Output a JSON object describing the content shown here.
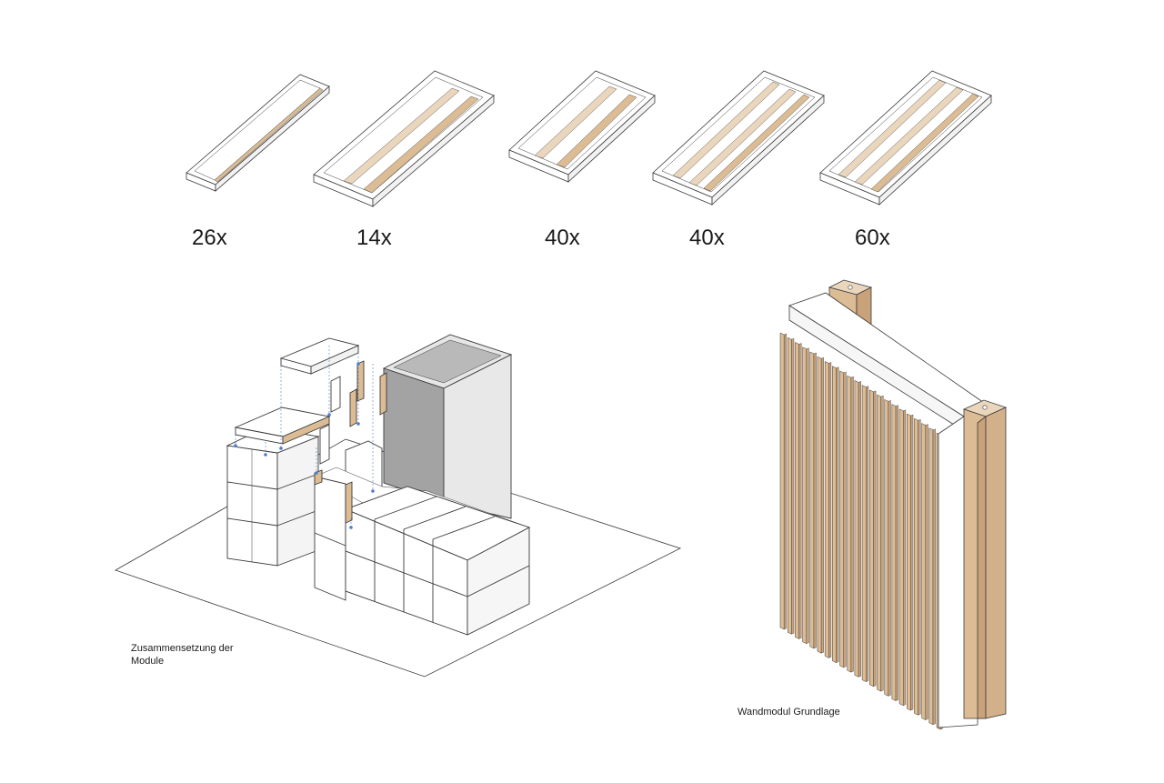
{
  "colors": {
    "wood": "#dcbc94",
    "wood_dark": "#c9a27a",
    "wood_light": "#ead6bc",
    "outline": "#3a3a3a",
    "tower_shadow": "#a3a3a3",
    "tower_mid": "#cfcfcf",
    "tower_light": "#e6e6e6",
    "guide_blue": "#4a7fd0"
  },
  "modules": [
    {
      "count_label": "26x",
      "strips": 1
    },
    {
      "count_label": "14x",
      "strips": 2
    },
    {
      "count_label": "40x",
      "strips": 2
    },
    {
      "count_label": "40x",
      "strips": 3
    },
    {
      "count_label": "60x",
      "strips": 3
    }
  ],
  "assembly": {
    "caption_line1": "Zusammensetzung der",
    "caption_line2": "Module"
  },
  "wall_module": {
    "caption": "Wandmodul Grundlage"
  }
}
